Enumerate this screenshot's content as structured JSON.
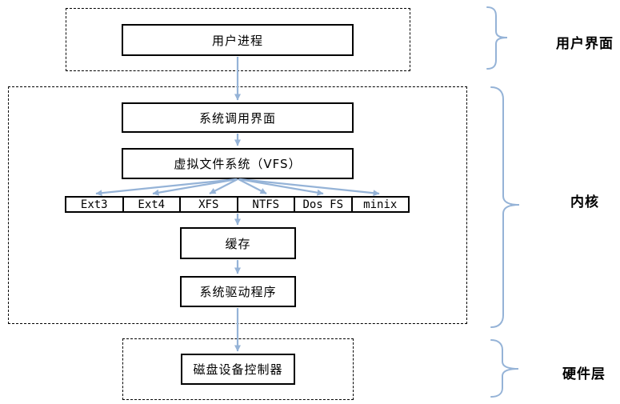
{
  "accent_color": "#95b3d7",
  "background_color": "#ffffff",
  "nodes": {
    "user_process": "用户进程",
    "syscall_interface": "系统调用界面",
    "vfs": "虚拟文件系统（VFS）",
    "cache": "缓存",
    "driver": "系统驱动程序",
    "disk_controller": "磁盘设备控制器"
  },
  "filesystems": [
    "Ext3",
    "Ext4",
    "XFS",
    "NTFS",
    "Dos FS",
    "minix"
  ],
  "layer_labels": {
    "user": "用户界面",
    "kernel": "内核",
    "hardware": "硬件层"
  },
  "edges": [
    {
      "from": "user_process",
      "to": "syscall_interface"
    },
    {
      "from": "syscall_interface",
      "to": "vfs"
    },
    {
      "from": "vfs",
      "to": "Ext3"
    },
    {
      "from": "vfs",
      "to": "Ext4"
    },
    {
      "from": "vfs",
      "to": "XFS"
    },
    {
      "from": "vfs",
      "to": "NTFS"
    },
    {
      "from": "vfs",
      "to": "Dos FS"
    },
    {
      "from": "vfs",
      "to": "minix"
    },
    {
      "from": "filesystems_row",
      "to": "cache"
    },
    {
      "from": "cache",
      "to": "driver"
    },
    {
      "from": "driver",
      "to": "disk_controller"
    }
  ]
}
